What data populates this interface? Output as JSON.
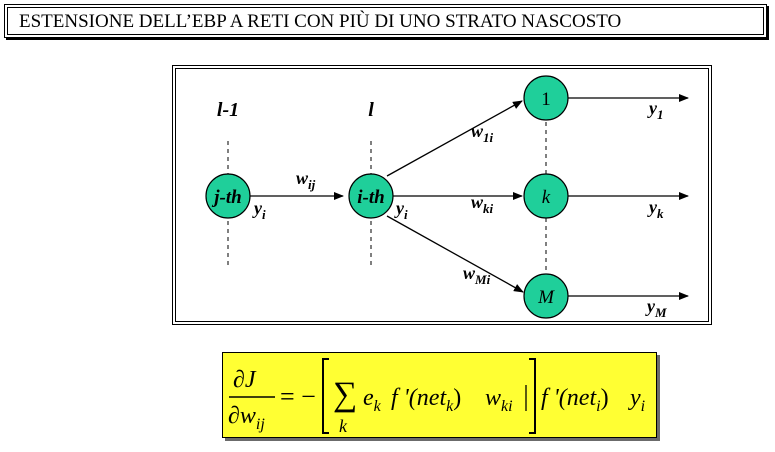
{
  "title": "ESTENSIONE DELL’EBP A RETI CON PIÙ DI UNO STRATO NASCOSTO",
  "colors": {
    "node_fill": "#1fcf9a",
    "formula_background": "#ffff33"
  },
  "layers": {
    "prev": "l-1",
    "curr": "l"
  },
  "nodes": {
    "j": "j-th",
    "i": "i-th",
    "out1": "1",
    "outk": "k",
    "outM": "M"
  },
  "labels": {
    "w_ij": {
      "base": "w",
      "sub": "ij"
    },
    "y_i_left": {
      "base": "y",
      "sub": "i"
    },
    "y_i_mid": {
      "base": "y",
      "sub": "i"
    },
    "w_1i": {
      "base": "w",
      "sub": "1i"
    },
    "w_ki": {
      "base": "w",
      "sub": "ki"
    },
    "w_Mi": {
      "base": "w",
      "sub": "Mi"
    },
    "y_1": {
      "base": "y",
      "sub": "1"
    },
    "y_k": {
      "base": "y",
      "sub": "k"
    },
    "y_M": {
      "base": "y",
      "sub": "M"
    }
  },
  "formula": {
    "num": "∂J",
    "den_base": "∂w",
    "den_sub": "ij",
    "equals_minus": "= −",
    "sum": "∑",
    "sum_index": "k",
    "e": "e",
    "e_sub": "k",
    "fprime1": "f '(net",
    "net1_sub": "k",
    "close1": ")",
    "w": "w",
    "w_sub": "ki",
    "fprime2": "f '(net",
    "net2_sub": "i",
    "close2": ")",
    "y": "y",
    "y_sub": "i"
  }
}
